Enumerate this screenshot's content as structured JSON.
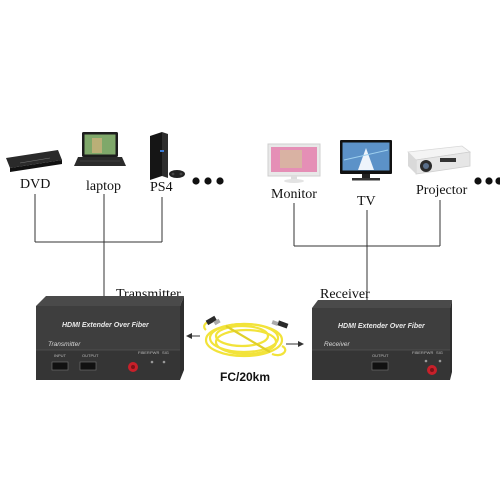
{
  "sources": {
    "dvd": "DVD",
    "laptop": "laptop",
    "ps4": "PS4"
  },
  "displays": {
    "monitor": "Monitor",
    "tv": "TV",
    "projector": "Projector"
  },
  "transmitter": {
    "label": "Transmitter",
    "panel_title": "HDMI Extender Over Fiber",
    "panel_sub": "Transmitter",
    "port_input": "INPUT",
    "port_output": "OUTPUT",
    "port_fiber": "FIBER",
    "port_pwr": "PWR",
    "port_sig": "SIG"
  },
  "receiver": {
    "label": "Receiver",
    "panel_title": "HDMI Extender Over Fiber",
    "panel_sub": "Receiver",
    "port_output": "OUTPUT",
    "port_fiber": "FIBER",
    "port_pwr": "PWR",
    "port_sig": "SIG"
  },
  "cable": {
    "label": "FC/20km"
  },
  "colors": {
    "line": "#333333",
    "box_dark": "#3c3c3c",
    "box_edge": "#555555",
    "fiber_yellow": "#f2e33a",
    "fiber_red": "#c8202a"
  }
}
